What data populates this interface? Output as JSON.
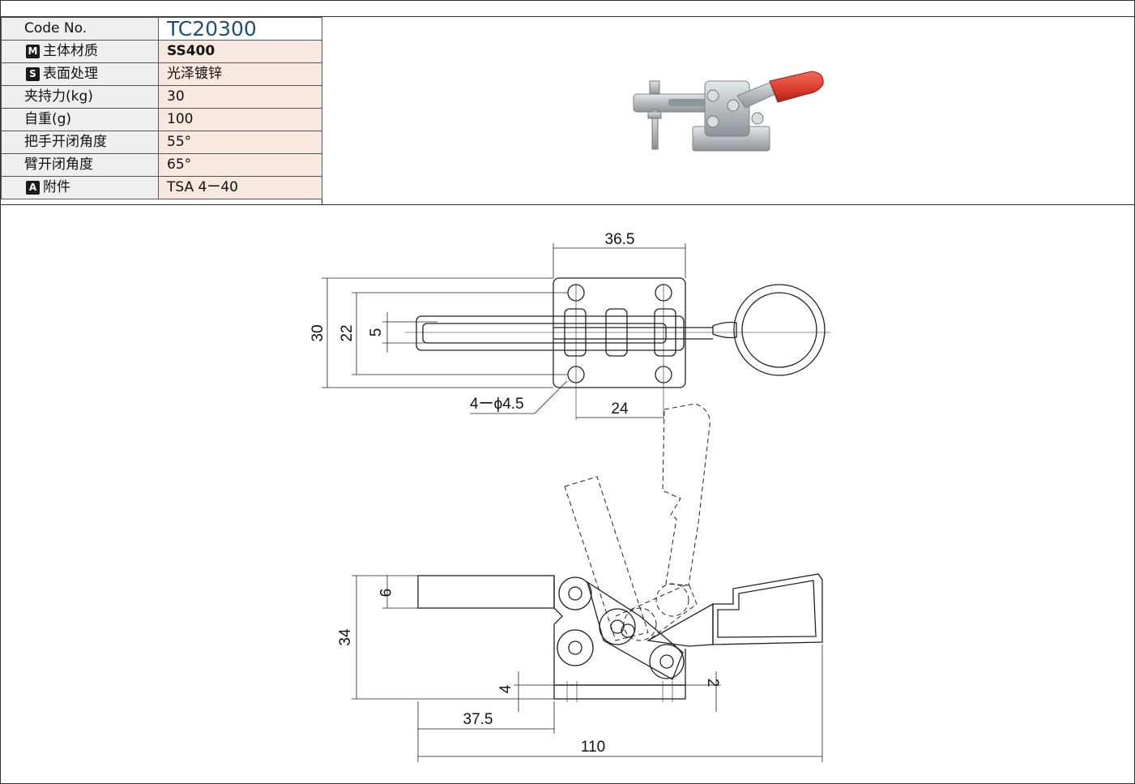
{
  "spec": {
    "rows": [
      {
        "label": "Code No.",
        "value": "TC20300"
      },
      {
        "badge": "M",
        "label": "主体材质",
        "value": "SS400"
      },
      {
        "badge": "S",
        "label": "表面处理",
        "value": "光泽镀锌"
      },
      {
        "label": "夹持力(kg)",
        "value": "30"
      },
      {
        "label": "自重(g)",
        "value": "100"
      },
      {
        "label": "把手开闭角度",
        "value": "55°"
      },
      {
        "label": "臂开闭角度",
        "value": "65°"
      },
      {
        "badge": "A",
        "label": "附件",
        "value": "TSA 4ー40"
      }
    ]
  },
  "drawing": {
    "dims": {
      "top_width": "36.5",
      "height_outer": "30",
      "height_holes": "22",
      "slot_width": "5",
      "hole_callout": "4ーϕ4.5",
      "hole_pitch": "24",
      "arm_height": "9",
      "total_height": "34",
      "base_thick": "4",
      "base_gap": "2",
      "arm_offset": "37.5",
      "total_length": "110"
    }
  },
  "colors": {
    "line": "#222222",
    "handle_red": "#d83a2c",
    "steel": "#b8bfc4"
  }
}
